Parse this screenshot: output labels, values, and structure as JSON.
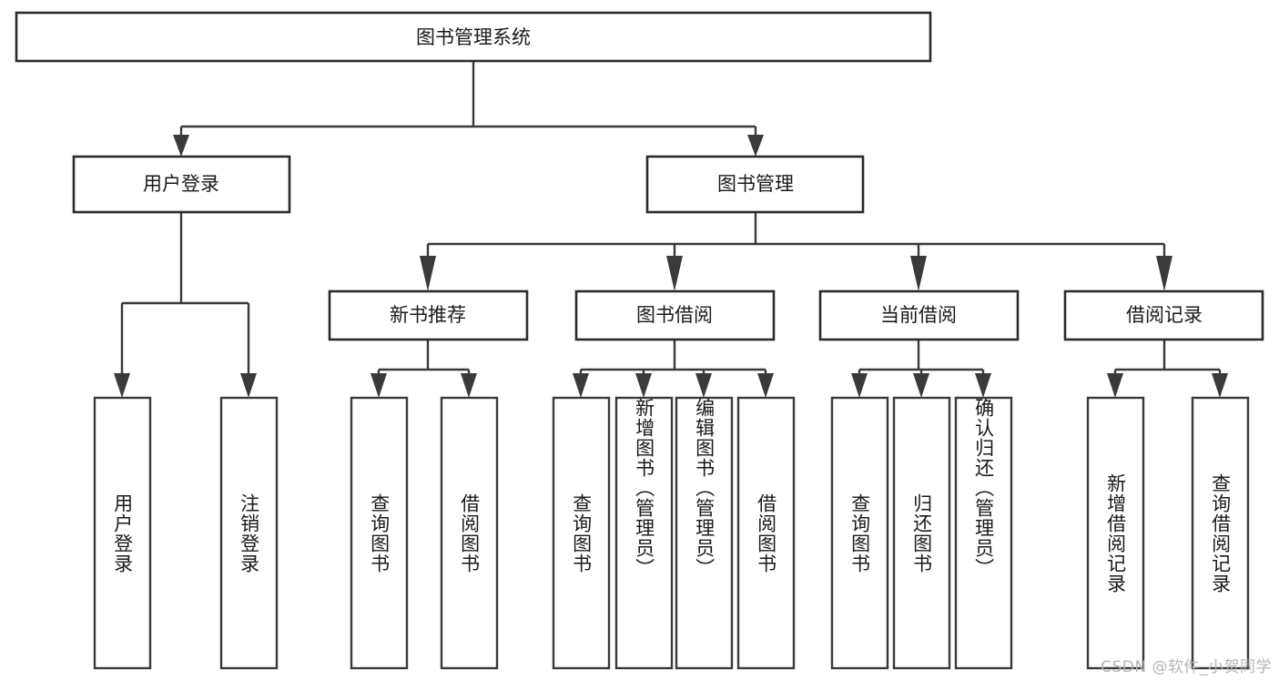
{
  "diagram": {
    "title": "图书管理系统",
    "type": "hierarchy-tree",
    "colors": {
      "box_stroke": "#2b2b2b",
      "connector": "#3a3a3a",
      "background": "#ffffff",
      "text": "#1a1a1a",
      "watermark": "#b4b4b4"
    },
    "nodes": {
      "root": {
        "label": "图书管理系统",
        "orientation": "horizontal",
        "level": 1
      },
      "user_login": {
        "label": "用户登录",
        "orientation": "horizontal",
        "level": 2
      },
      "book_manage": {
        "label": "图书管理",
        "orientation": "horizontal",
        "level": 2
      },
      "new_book_rec": {
        "label": "新书推荐",
        "orientation": "horizontal",
        "level": 3
      },
      "book_borrow": {
        "label": "图书借阅",
        "orientation": "horizontal",
        "level": 3
      },
      "current_borrow": {
        "label": "当前借阅",
        "orientation": "horizontal",
        "level": 3
      },
      "borrow_record": {
        "label": "借阅记录",
        "orientation": "horizontal",
        "level": 3
      },
      "leaf_user_login": {
        "label": "用户登录",
        "orientation": "vertical",
        "level": 4
      },
      "leaf_logout": {
        "label": "注销登录",
        "orientation": "vertical",
        "level": 4
      },
      "leaf_query_book_a": {
        "label": "查询图书",
        "orientation": "vertical",
        "level": 4
      },
      "leaf_borrow_book_a": {
        "label": "借阅图书",
        "orientation": "vertical",
        "level": 4
      },
      "leaf_query_book_b": {
        "label": "查询图书",
        "orientation": "vertical",
        "level": 4
      },
      "leaf_add_book": {
        "label": "新增图书（管理员）",
        "orientation": "vertical",
        "level": 4
      },
      "leaf_edit_book": {
        "label": "编辑图书（管理员）",
        "orientation": "vertical",
        "level": 4
      },
      "leaf_borrow_book_b": {
        "label": "借阅图书",
        "orientation": "vertical",
        "level": 4
      },
      "leaf_query_book_c": {
        "label": "查询图书",
        "orientation": "vertical",
        "level": 4
      },
      "leaf_return_book": {
        "label": "归还图书",
        "orientation": "vertical",
        "level": 4
      },
      "leaf_confirm_return": {
        "label": "确认归还（管理员）",
        "orientation": "vertical",
        "level": 4
      },
      "leaf_add_record": {
        "label": "新增借阅记录",
        "orientation": "vertical",
        "level": 4
      },
      "leaf_query_record": {
        "label": "查询借阅记录",
        "orientation": "vertical",
        "level": 4
      }
    },
    "edges": [
      {
        "from": "root",
        "to": "user_login"
      },
      {
        "from": "root",
        "to": "book_manage"
      },
      {
        "from": "book_manage",
        "to": "new_book_rec"
      },
      {
        "from": "book_manage",
        "to": "book_borrow"
      },
      {
        "from": "book_manage",
        "to": "current_borrow"
      },
      {
        "from": "book_manage",
        "to": "borrow_record"
      },
      {
        "from": "user_login",
        "to": "leaf_user_login"
      },
      {
        "from": "user_login",
        "to": "leaf_logout"
      },
      {
        "from": "new_book_rec",
        "to": "leaf_query_book_a"
      },
      {
        "from": "new_book_rec",
        "to": "leaf_borrow_book_a"
      },
      {
        "from": "book_borrow",
        "to": "leaf_query_book_b"
      },
      {
        "from": "book_borrow",
        "to": "leaf_add_book"
      },
      {
        "from": "book_borrow",
        "to": "leaf_edit_book"
      },
      {
        "from": "book_borrow",
        "to": "leaf_borrow_book_b"
      },
      {
        "from": "current_borrow",
        "to": "leaf_query_book_c"
      },
      {
        "from": "current_borrow",
        "to": "leaf_return_book"
      },
      {
        "from": "current_borrow",
        "to": "leaf_confirm_return"
      },
      {
        "from": "borrow_record",
        "to": "leaf_add_record"
      },
      {
        "from": "borrow_record",
        "to": "leaf_query_record"
      }
    ]
  },
  "watermark": {
    "text": "CSDN @软件_小贺同学"
  }
}
